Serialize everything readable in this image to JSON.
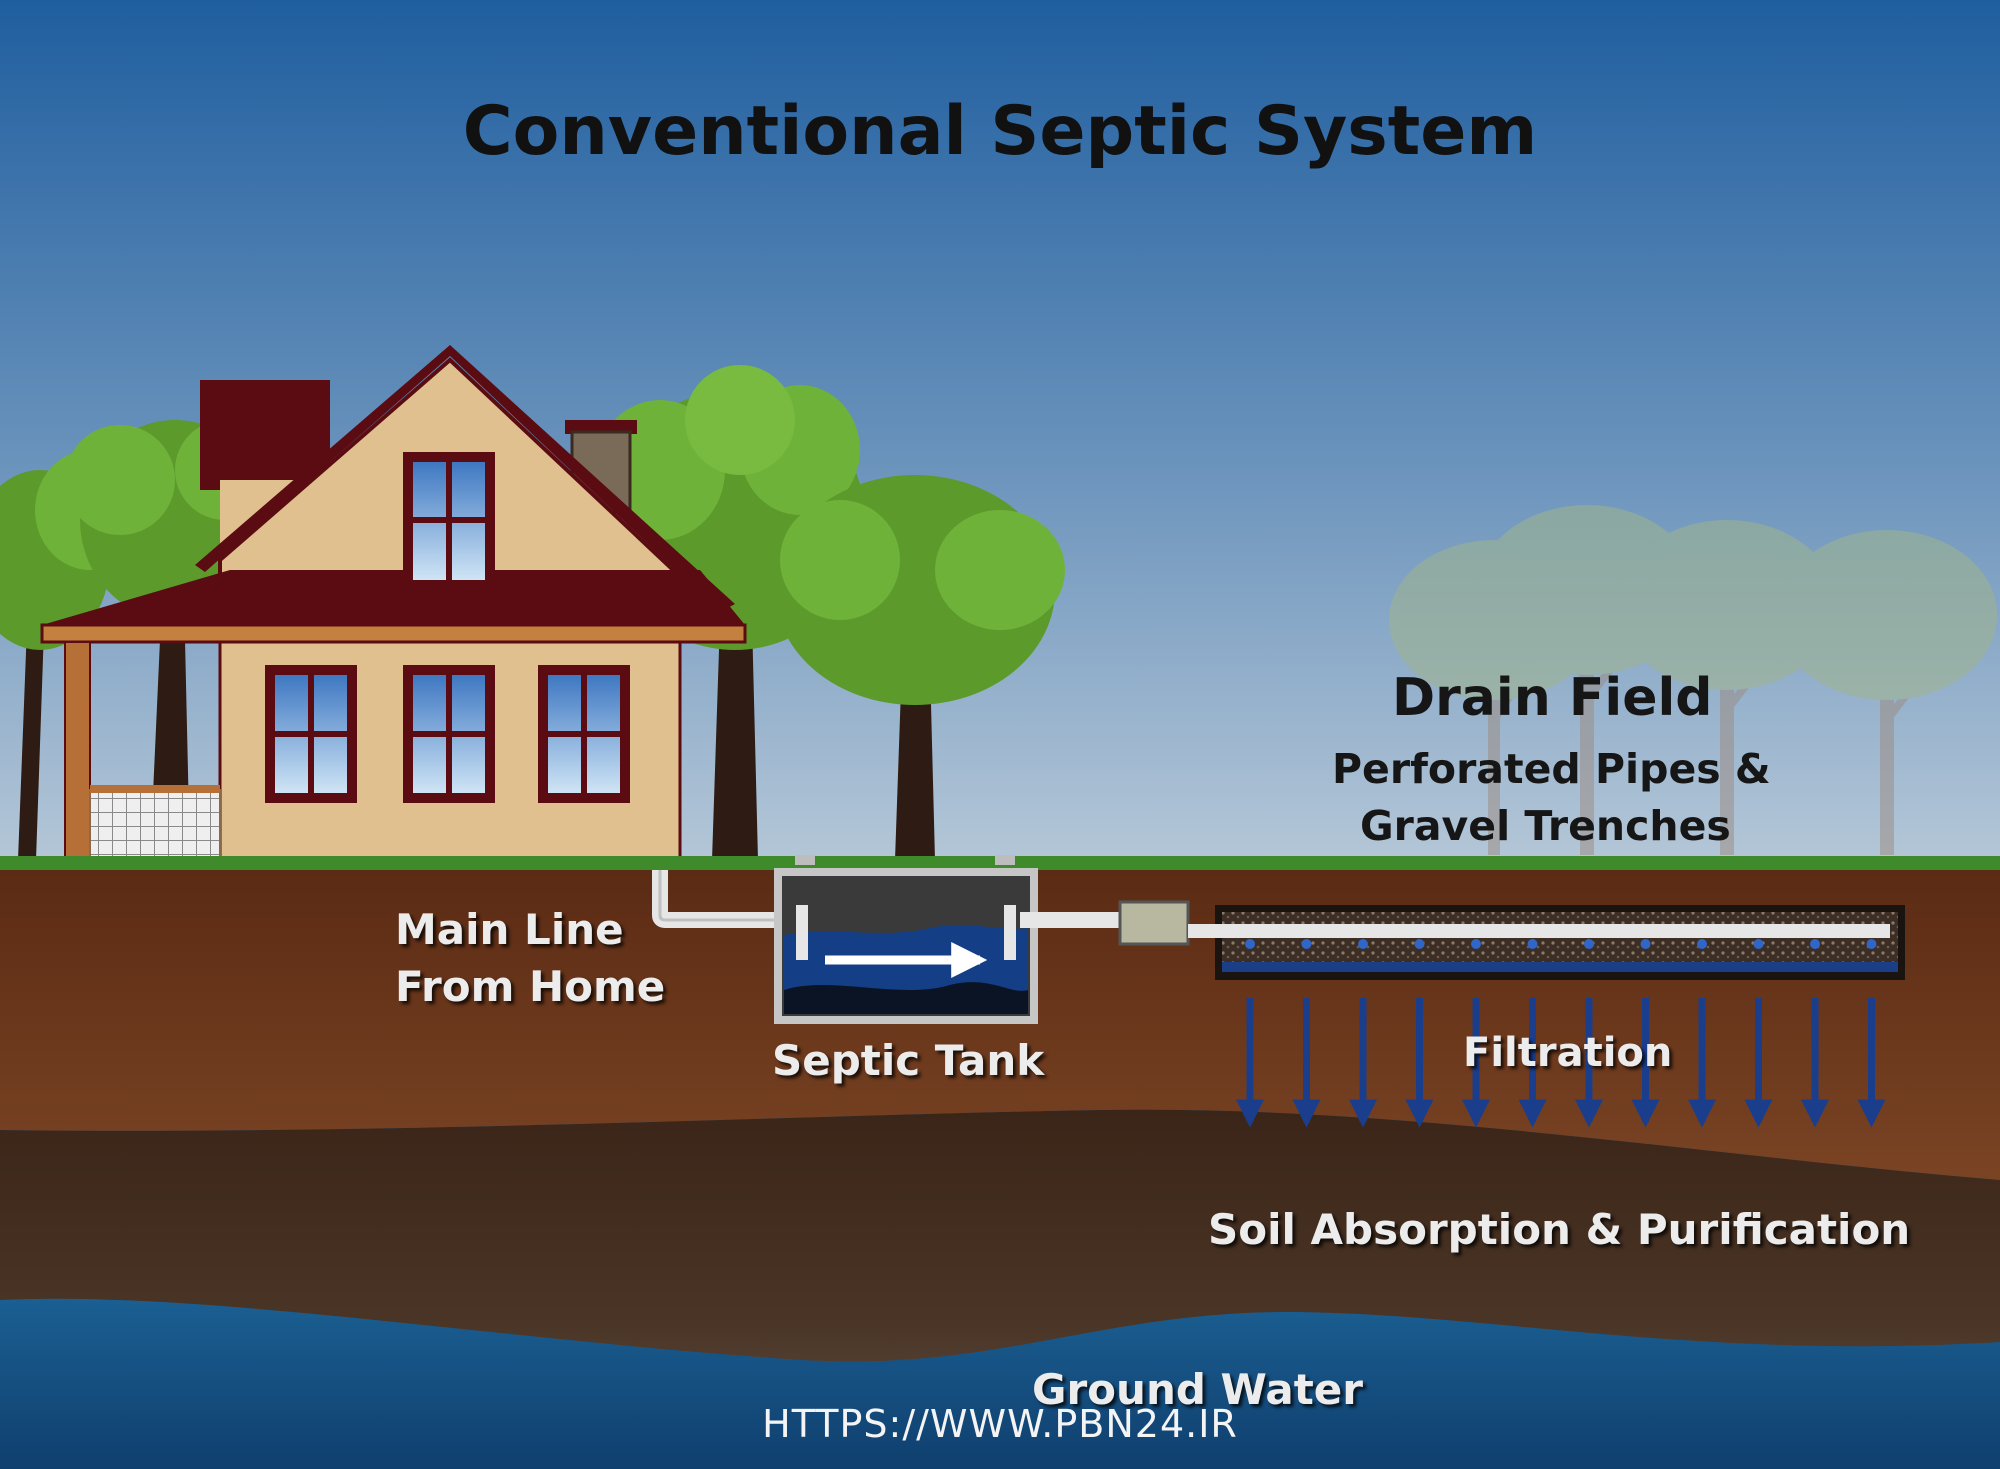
{
  "title": "Conventional Septic System",
  "labels": {
    "drain_field_title": "Drain Field",
    "drain_field_line1": "Perforated Pipes &",
    "drain_field_line2": "Gravel Trenches",
    "main_line_1": "Main Line",
    "main_line_2": "From Home",
    "septic_tank": "Septic Tank",
    "filtration": "Filtration",
    "soil_absorption": "Soil Absorption & Purification",
    "ground_water": "Ground Water"
  },
  "watermark": "HTTPS://WWW.PBN24.IR",
  "colors": {
    "sky_top": "#1f5e9f",
    "sky_bottom": "#aac0d4",
    "topsoil": "#5e2e15",
    "subsoil": "#3f2a1c",
    "groundwater": "#1a5a8c",
    "house_wall": "#e0c08e",
    "roof": "#5a0c12",
    "tree_leaf": "#5c9a2c",
    "pipe": "#e6e6e6",
    "tank_water": "#143f86",
    "filtration_arrow": "#1b3e8c"
  },
  "icons": [
    "house-icon",
    "tree-icon",
    "septic-tank-icon",
    "pipe-icon",
    "down-arrow-icon"
  ]
}
